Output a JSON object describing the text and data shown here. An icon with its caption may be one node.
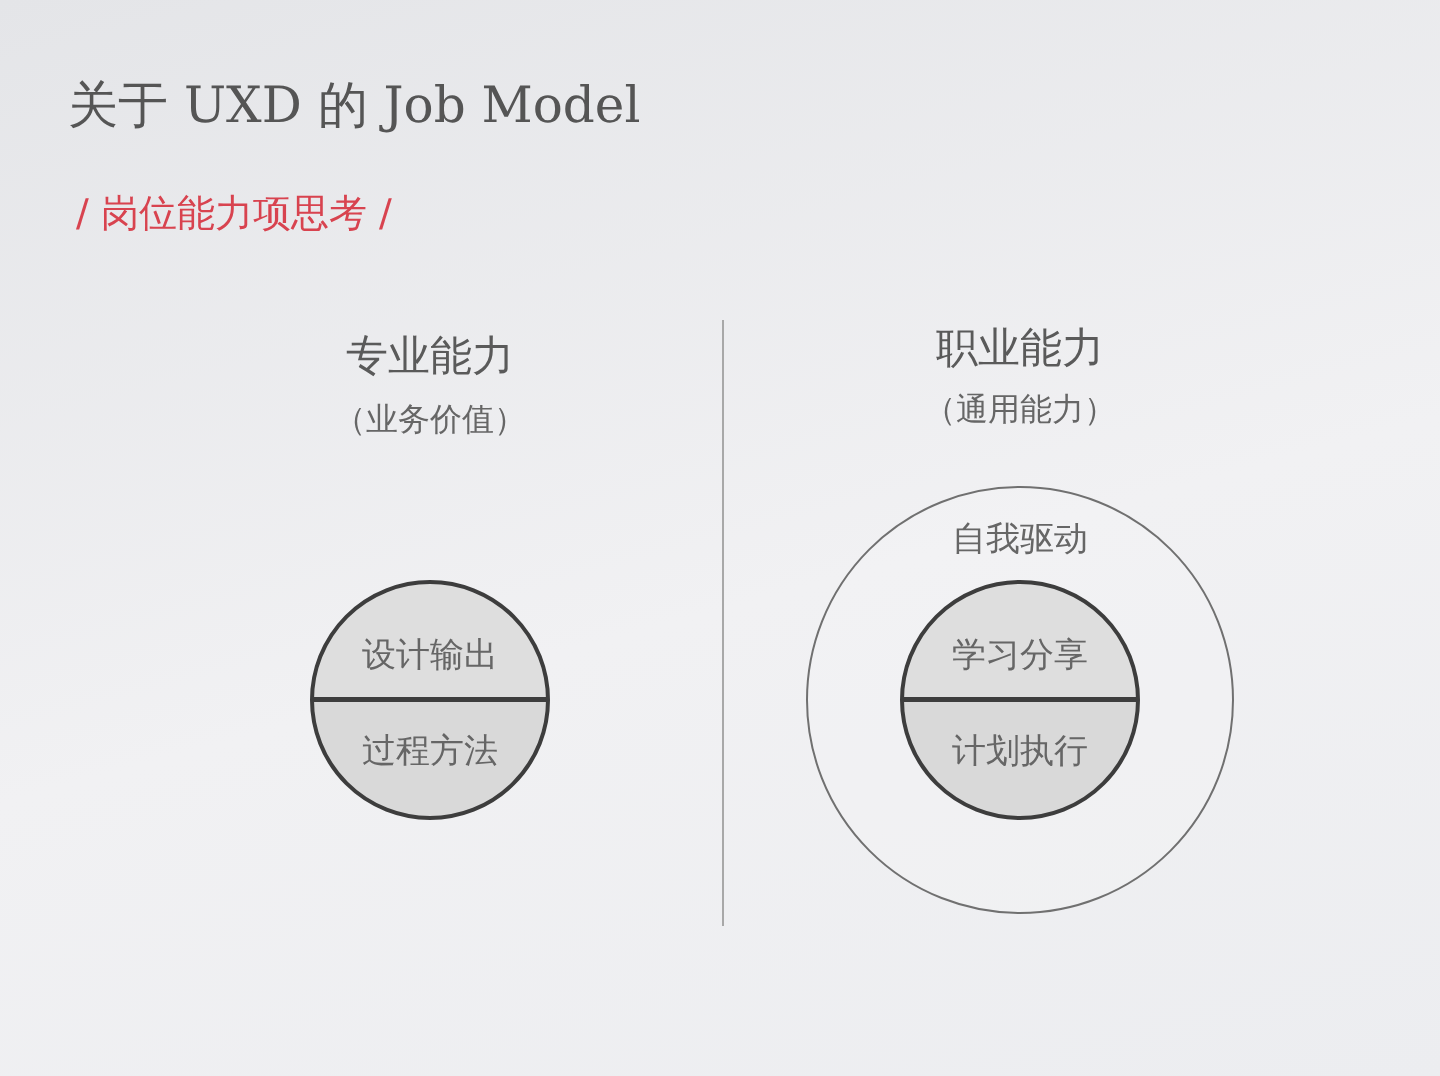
{
  "diagram": {
    "title": "关于 UXD 的 Job Model",
    "nodes": [
      {
        "text": [
          "设计输出",
          "过程方法"
        ]
      },
      {
        "text": [
          "自我驱动"
        ]
      },
      {
        "text": [
          "学习分享",
          "计划执行"
        ],
        "in": 1
      }
    ],
    "labels": [
      "/ 岗位能力项思考 /",
      "专业能力",
      "（业务价值）",
      "职业能力",
      "（通用能力）"
    ]
  }
}
